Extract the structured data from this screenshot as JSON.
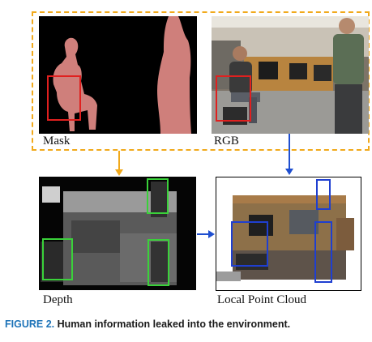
{
  "labels": {
    "mask": "Mask",
    "rgb": "RGB",
    "depth": "Depth",
    "point_cloud": "Local Point Cloud"
  },
  "caption": {
    "figure_number": "FIGURE 2.",
    "text": "Human information leaked into the environment."
  },
  "colors": {
    "dashed_frame": "#f1a91b",
    "arrow_orange": "#f1a91b",
    "arrow_blue": "#1f4fd0",
    "box_red": "#e0201f",
    "box_green": "#3ad13a",
    "box_blue": "#1f3fd0",
    "mask_human": "#cf7f7b",
    "caption_accent": "#1d73b8"
  }
}
